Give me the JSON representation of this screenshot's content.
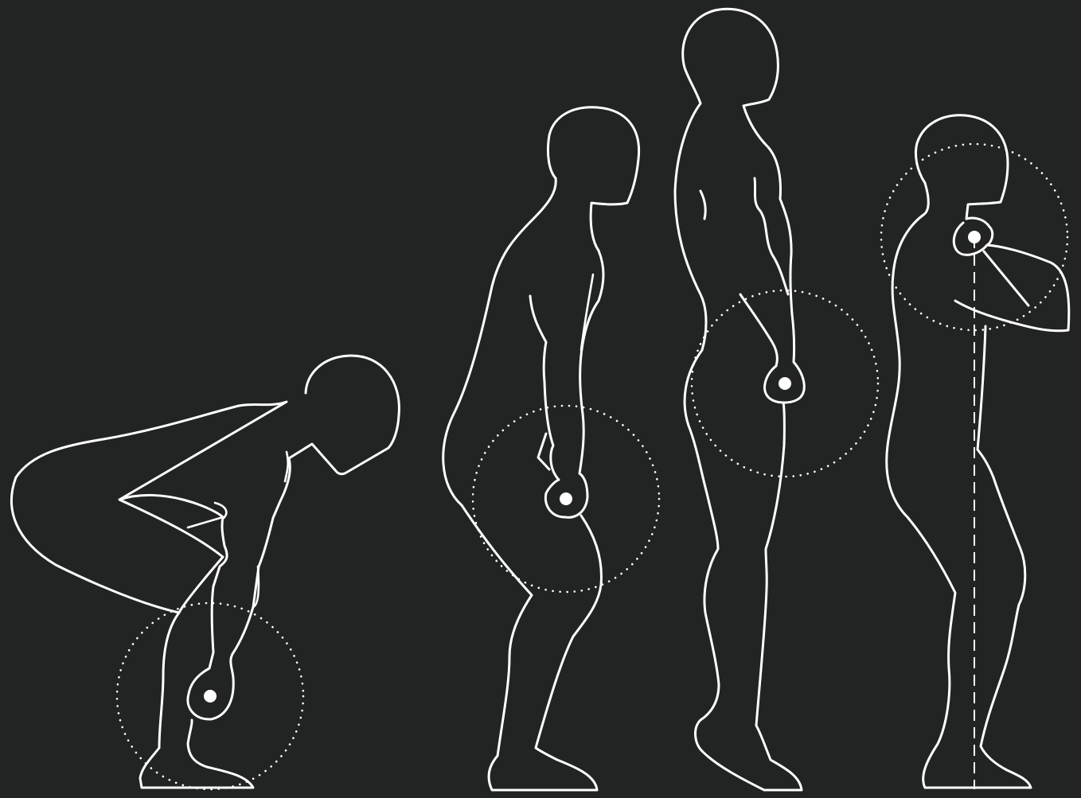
{
  "figure": {
    "description_visible_text": "",
    "background_color": "#222423",
    "stroke_color": "#ffffff",
    "phases": [
      {
        "id": "setup",
        "figure_count": 1
      },
      {
        "id": "pull",
        "figure_count": 1
      },
      {
        "id": "extension",
        "figure_count": 1
      },
      {
        "id": "rack",
        "figure_count": 1
      }
    ],
    "icons": [
      "squat-figure-icon",
      "pull-figure-icon",
      "extension-figure-icon",
      "rack-figure-icon"
    ]
  }
}
